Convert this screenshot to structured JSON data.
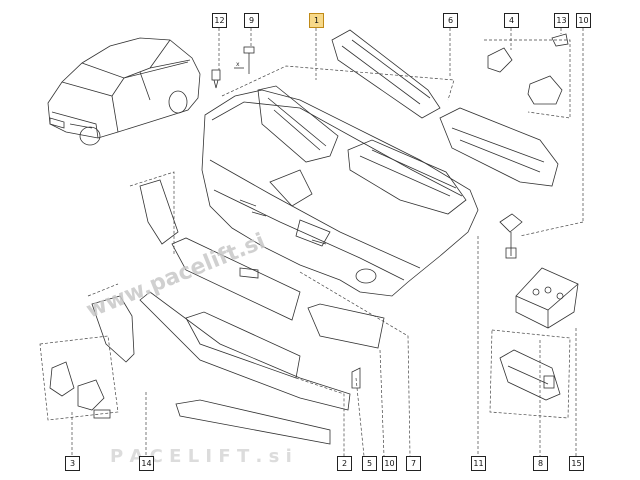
{
  "callouts": {
    "c1": "1",
    "c2": "2",
    "c3": "3",
    "c4": "4",
    "c5": "5",
    "c6": "6",
    "c7": "7",
    "c8": "8",
    "c9": "9",
    "c10a": "10",
    "c10b": "10",
    "c11": "11",
    "c12": "12",
    "c13": "13",
    "c14": "14",
    "c15": "15"
  },
  "highlighted_callout": "1",
  "watermark": {
    "text_top": "www.pacelift.si",
    "text_bottom": "P A C E L I F T . s i",
    "colors": {
      "grey": "#c8c8c8",
      "red": "#e8a8a8"
    }
  },
  "dimension_label": "x"
}
